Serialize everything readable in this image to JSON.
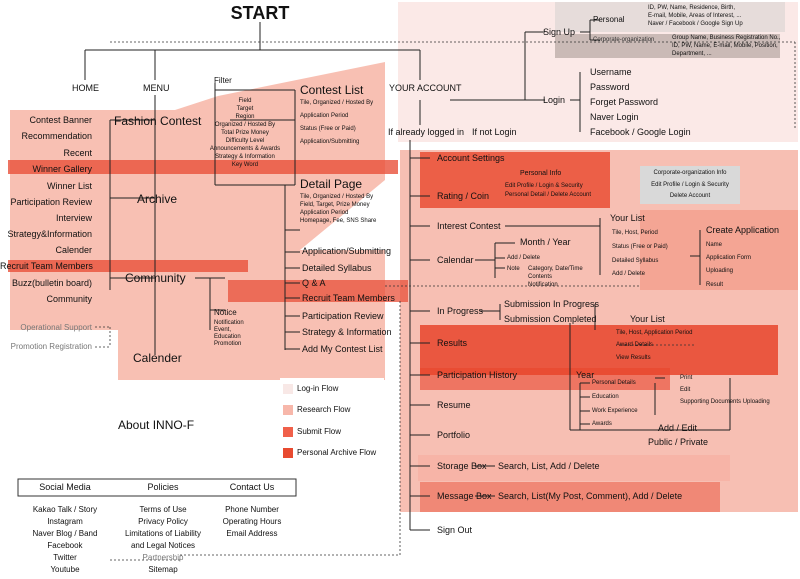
{
  "start": "START",
  "home": {
    "title": "HOME",
    "items": [
      "Contest Banner",
      "Recommendation",
      "Recent",
      "Winner Gallery",
      "Winner List",
      "Participation Review",
      "Interview",
      "Strategy&Information",
      "Calender",
      "Recruit Team Members",
      "Buzz(bulletin board)",
      "Community"
    ],
    "extra": [
      "Operational Support",
      "Promotion Registration"
    ]
  },
  "menu": {
    "title": "MENU",
    "fashion": "Fashion Contest",
    "archive": "Archive",
    "community": "Community",
    "calender": "Calender",
    "about": "About INNO-F",
    "filter_title": "Filter",
    "filter_items": [
      "Field",
      "Target",
      "Region",
      "Organized / Hosted By",
      "Total Prize Money",
      "Difficulty Level",
      "Announcements & Awards",
      "Strategy & Information",
      "Key Word"
    ],
    "notice": "Notice",
    "notice_items": [
      "Notification",
      "Event,",
      "Education",
      "Promotion"
    ]
  },
  "contest_list": {
    "title": "Contest List",
    "items": [
      "Tile, Organized / Hosted By",
      "Application Period",
      "Status (Free or Paid)",
      "Application/Submitting"
    ]
  },
  "detail_page": {
    "title": "Detail Page",
    "items": [
      "Tile, Organized / Hosted By",
      "Field, Target, Prize Money",
      "Application Period",
      "Homepage, Fee, SNS Share"
    ]
  },
  "detail_links": [
    "Application/Submitting",
    "Detailed Syllabus",
    "Q & A",
    "Recruit Team Members",
    "Participation Review",
    "Strategy & Information",
    "Add My Contest List"
  ],
  "account": {
    "title": "YOUR ACCOUNT",
    "logged_in": "If already logged in",
    "not_login": "If not Login",
    "signup": "Sign Up",
    "personal": "Personal",
    "personal_detail": [
      "ID, PW, Name, Residence, Birth,",
      "E-mail, Mobile, Areas of Interest, ...",
      "Naver / Facebook / Google Sign Up"
    ],
    "corporate": "Corporate-organization",
    "corporate_detail": [
      "Group Name, Business Registration No.,",
      "ID, PW, Name, E-mail, Mobile, Position,",
      "Department, ..."
    ],
    "login": "Login",
    "login_items": [
      "Username",
      "Password",
      "Forget Password",
      "Naver Login",
      "Facebook / Google Login"
    ]
  },
  "menu_right": [
    "Account Settings",
    "Rating / Coin",
    "Interest Contest",
    "Calendar",
    "In Progress",
    "Results",
    "Participation History",
    "Resume",
    "Portfolio",
    "Storage Box",
    "Message Box",
    "Sign Out"
  ],
  "personal_info": {
    "title": "Personal Info",
    "items": [
      "Edit Profile / Login & Security",
      "Personal Detail / Delete Account"
    ]
  },
  "corp_info": {
    "title": "Corporate-organization Info",
    "items": [
      "Edit Profile / Login & Security",
      "Delete Account"
    ]
  },
  "your_list": {
    "title": "Your List",
    "items": [
      "Tile, Host, Period",
      "Status (Free or Paid)",
      "Detailed Syllabus",
      "Add / Delete"
    ]
  },
  "calendar": {
    "month": "Month / Year",
    "add": "Add / Delete",
    "note": "Note",
    "note_items": [
      "Category, Date/Time",
      "Contents",
      "Notification"
    ]
  },
  "create_app": {
    "title": "Create Application",
    "items": [
      "Name",
      "Application Form",
      "Uploading",
      "Result"
    ]
  },
  "progress": {
    "submission_in": "Submission In Progress",
    "submission_done": "Submission Completed",
    "your_list": "Your List",
    "items": [
      "Tile, Host, Application Period",
      "Award Details",
      "View Results"
    ]
  },
  "history": {
    "year": "Year"
  },
  "resume": {
    "items": [
      "Personal Details",
      "Education",
      "Work Experience",
      "Awards"
    ],
    "right": [
      "Print",
      "Edit",
      "Supporting Documents Uploading"
    ],
    "add_edit": "Add / Edit",
    "public": "Public / Private"
  },
  "storage": "Search, List, Add / Delete",
  "message": "Search, List(My Post, Comment), Add / Delete",
  "legend": [
    {
      "label": "Log-in Flow",
      "color": "#f8e8e6"
    },
    {
      "label": "Research Flow",
      "color": "#f7b7aa"
    },
    {
      "label": "Submit Flow",
      "color": "#f0604a"
    },
    {
      "label": "Personal Archive Flow",
      "color": "#e84a30"
    }
  ],
  "footer": {
    "headers": [
      "Social Media",
      "Policies",
      "Contact Us"
    ],
    "social": [
      "Kakao Talk / Story",
      "Instagram",
      "Naver Blog / Band",
      "Facebook",
      "Twitter",
      "Youtube"
    ],
    "policies": [
      "Terms of Use",
      "Privacy Policy",
      "Limitations of Liability",
      "and Legal Notices",
      "Partnership",
      "Sitemap"
    ],
    "contact": [
      "Phone Number",
      "Operating Hours",
      "Email Address"
    ]
  }
}
